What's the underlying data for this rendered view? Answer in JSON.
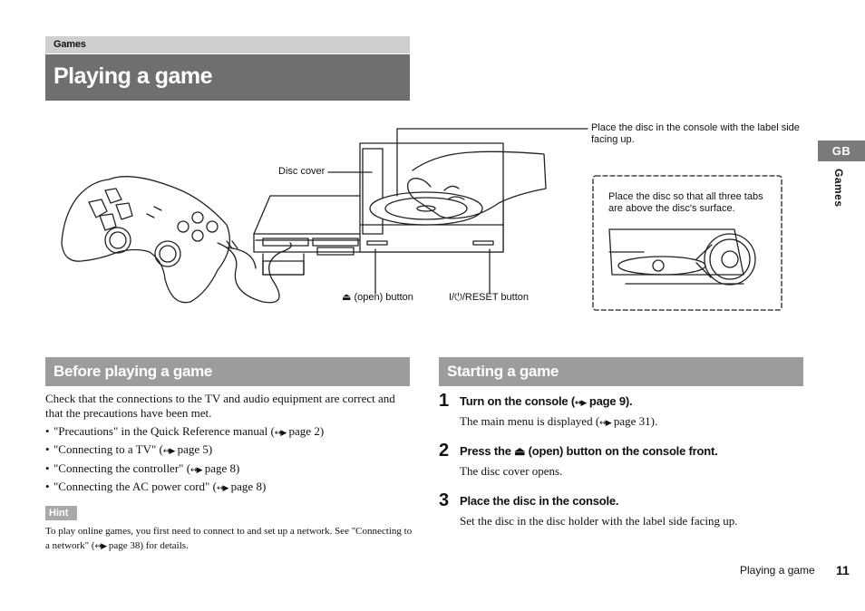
{
  "header": {
    "section": "Games",
    "title": "Playing a game"
  },
  "illustration": {
    "callout_disc_place": "Place the disc in the console with the label side facing up.",
    "callout_disc_cover": "Disc cover",
    "callout_open_button": "⏏ (open) button",
    "callout_reset_button": "I/⏻/RESET button",
    "callout_tabs": "Place the disc so that all three tabs are above the disc's surface."
  },
  "side_tab": {
    "badge": "GB",
    "label": "Games"
  },
  "before": {
    "heading": "Before playing a game",
    "intro": "Check that the connections to the TV and audio equipment are correct and that the precautions have been met.",
    "items": [
      {
        "text": "\"Precautions\" in the Quick Reference manual (",
        "ref": "page 2)"
      },
      {
        "text": "\"Connecting to a TV\" (",
        "ref": "page 5)"
      },
      {
        "text": "\"Connecting the controller\" (",
        "ref": "page 8)"
      },
      {
        "text": "\"Connecting the AC power cord\" (",
        "ref": "page 8)"
      }
    ],
    "hint_label": "Hint",
    "hint_before": "To play online games, you first need to connect to and set up a network. See \"Connecting to a network\" (",
    "hint_ref": "page 38) for details."
  },
  "starting": {
    "heading": "Starting a game",
    "steps": [
      {
        "num": "1",
        "head_before": "Turn on the console (",
        "head_ref": "page 9).",
        "desc_before": "The main menu is displayed (",
        "desc_ref": "page 31)."
      },
      {
        "num": "2",
        "head": "Press the ⏏ (open) button on the console front.",
        "desc": "The disc cover opens."
      },
      {
        "num": "3",
        "head": "Place the disc in the console.",
        "desc": "Set the disc in the disc holder with the label side facing up."
      }
    ]
  },
  "footer": {
    "label": "Playing a game",
    "page": "11"
  },
  "xref_symbol": "↔▶"
}
